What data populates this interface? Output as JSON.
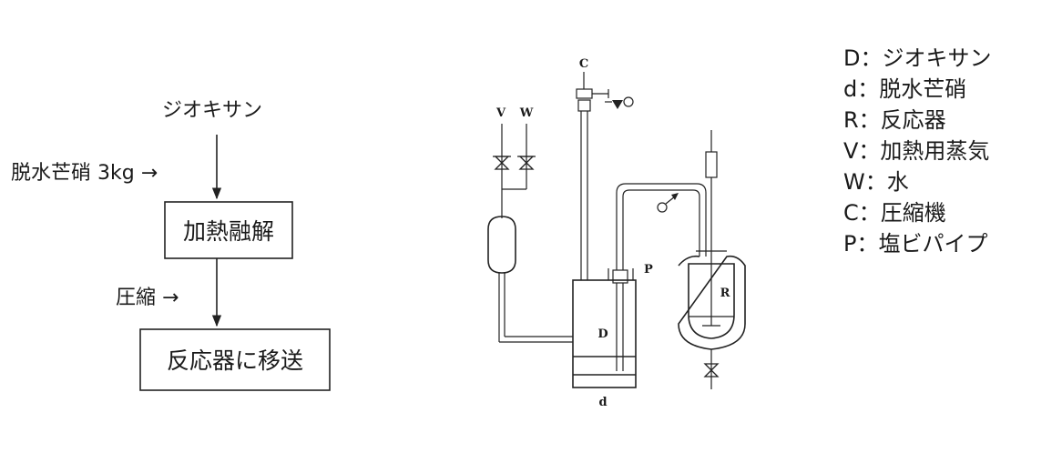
{
  "flowchart": {
    "top_label": "ジオキサン",
    "input1_label": "脱水芒硝 3kg →",
    "step1": "加熱融解",
    "input2_label": "圧縮 →",
    "step2": "反応器に移送"
  },
  "apparatus": {
    "label_c": "C",
    "label_v": "V",
    "label_w": "W",
    "label_p": "P",
    "label_d_upper": "D",
    "label_d_lower": "d",
    "label_r": "R"
  },
  "legend": [
    "D：ジオキサン",
    "d：脱水芒硝",
    "R：反応器",
    "V：加熱用蒸気",
    "W：水",
    "C：圧縮機",
    "P：塩ビパイプ"
  ]
}
